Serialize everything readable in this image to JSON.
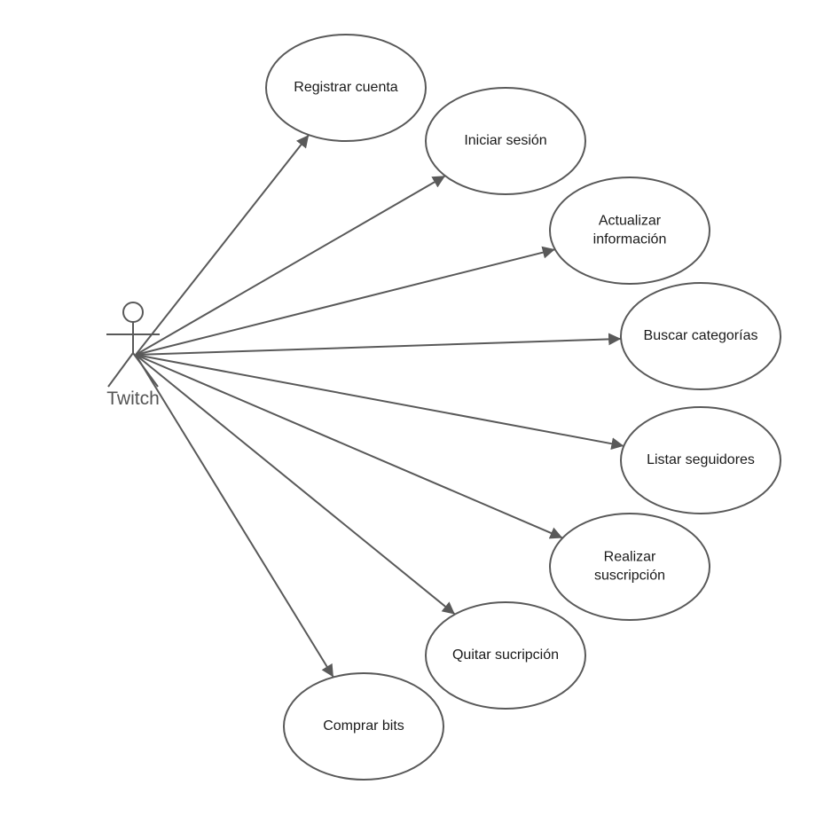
{
  "diagram": {
    "type": "use-case",
    "actor": {
      "label": "Twitch"
    },
    "use_cases": [
      {
        "lines": [
          "Registrar cuenta"
        ]
      },
      {
        "lines": [
          "Iniciar sesión"
        ]
      },
      {
        "lines": [
          "Actualizar",
          "información"
        ]
      },
      {
        "lines": [
          "Buscar categorías"
        ]
      },
      {
        "lines": [
          "Listar seguidores"
        ]
      },
      {
        "lines": [
          "Realizar",
          "suscripción"
        ]
      },
      {
        "lines": [
          "Quitar sucripción"
        ]
      },
      {
        "lines": [
          "Comprar bits"
        ]
      }
    ],
    "colors": {
      "stroke": "#595959",
      "text": "#1a1a1a",
      "actor_label": "#555555"
    }
  }
}
